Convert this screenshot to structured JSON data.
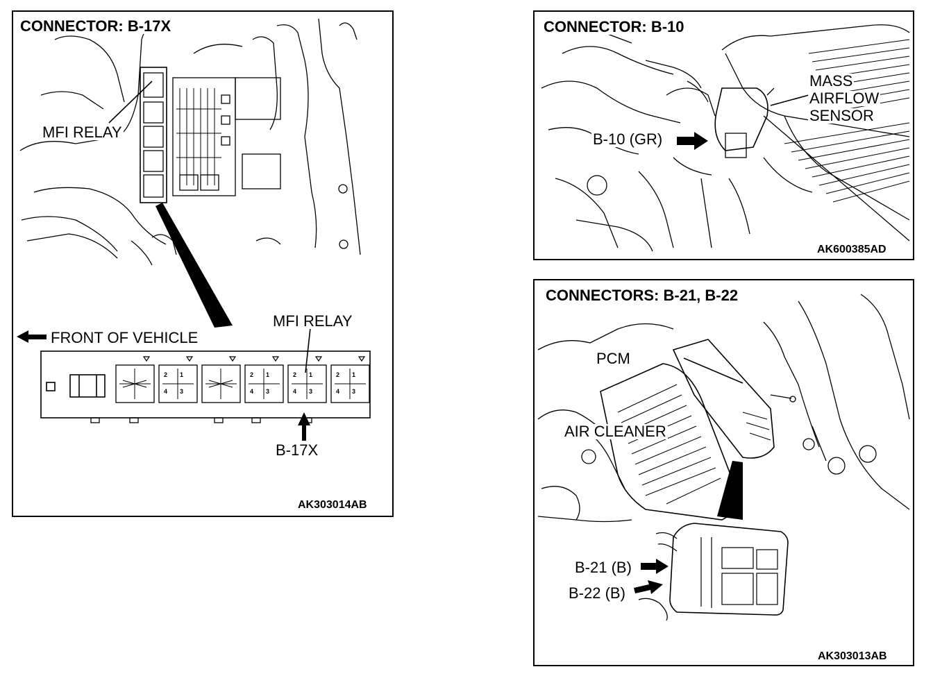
{
  "panels": [
    {
      "title": "CONNECTOR: B-17X",
      "labels": {
        "relay_top": "MFI RELAY",
        "front": "FRONT OF VEHICLE",
        "relay_detail": "MFI RELAY",
        "connector": "B-17X"
      },
      "pins": [
        "2",
        "1",
        "4",
        "3"
      ],
      "figure_code": "AK303014AB"
    },
    {
      "title": "CONNECTOR: B-10",
      "labels": {
        "sensor_line1": "MASS",
        "sensor_line2": "AIRFLOW",
        "sensor_line3": "SENSOR",
        "connector": "B-10 (GR)"
      },
      "figure_code": "AK600385AD"
    },
    {
      "title": "CONNECTORS: B-21, B-22",
      "labels": {
        "pcm": "PCM",
        "air_cleaner": "AIR CLEANER",
        "connector_1": "B-21 (B)",
        "connector_2": "B-22 (B)"
      },
      "figure_code": "AK303013AB"
    }
  ],
  "icons": [
    "arrow-left-icon",
    "arrow-up-icon",
    "arrow-right-icon",
    "triangle-marker-icon"
  ]
}
